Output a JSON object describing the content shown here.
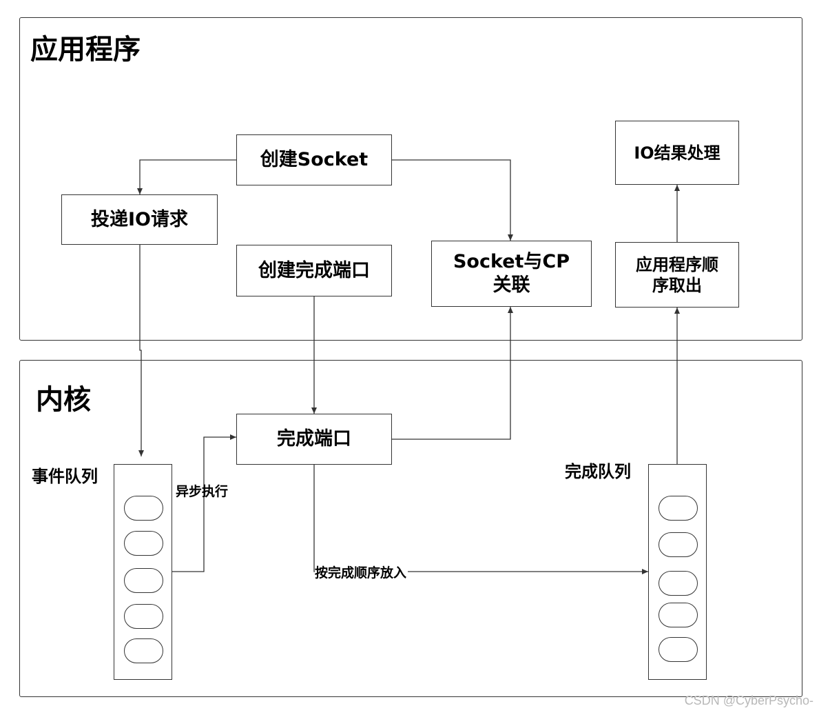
{
  "regions": {
    "app": "应用程序",
    "kernel": "内核"
  },
  "boxes": {
    "create_socket": "创建Socket",
    "post_io": "投递IO请求",
    "create_port": "创建完成端口",
    "associate": "Socket与CP关联",
    "io_result": "IO结果处理",
    "app_dequeue": "应用程序顺序取出",
    "completion_port": "完成端口"
  },
  "queues": {
    "event_queue": "事件队列",
    "completion_queue": "完成队列"
  },
  "edge_labels": {
    "async_exec": "异步执行",
    "enqueue_in_order": "按完成顺序放入"
  },
  "watermark": "CSDN @CyberPsycho-",
  "colors": {
    "stroke": "#333333",
    "watermark": "#b8b8b8"
  }
}
